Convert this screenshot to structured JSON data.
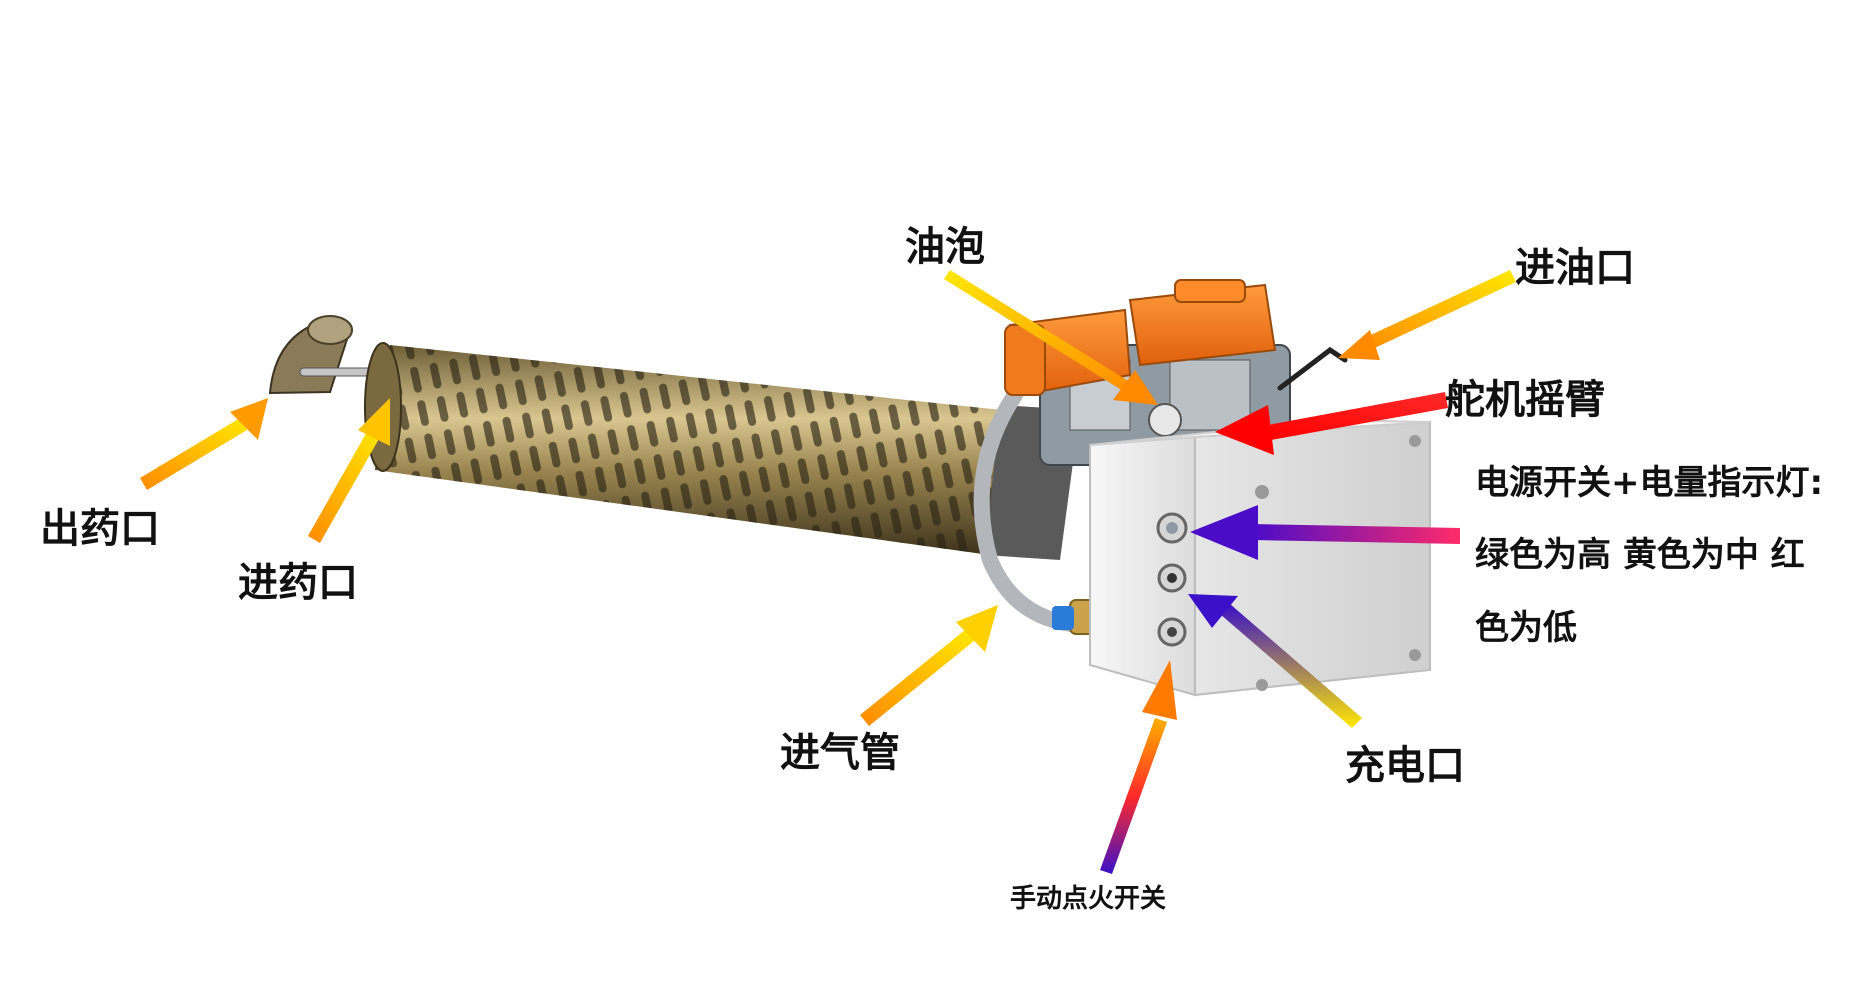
{
  "labels": {
    "youpao": "油泡",
    "jinyoukou": "进油口",
    "duojiyaobi": "舵机摇臂",
    "power_line1": "电源开关+电量指示灯:",
    "power_line2": "绿色为高  黄色为中  红",
    "power_line3": "色为低",
    "chuyaokou": "出药口",
    "jinyaokou": "进药口",
    "jinqiguan": "进气管",
    "chongdiankou": "充电口",
    "shoudong": "手动点火开关"
  },
  "colors": {
    "arrow_warm_start": "#ff8a00",
    "arrow_warm_end": "#ffe800",
    "arrow_red": "#ff0000",
    "arrow_purple": "#4b0cc8",
    "tank_orange": "#ff7f1f",
    "tube_brass": "#a8925a",
    "box_white": "#f0f0f0"
  }
}
